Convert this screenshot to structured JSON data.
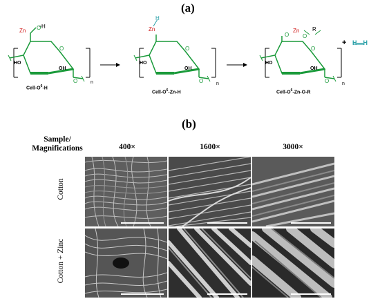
{
  "panel_a": {
    "label": "(a)",
    "structures": [
      {
        "caption": "Cell-O",
        "sup": "6",
        "caption_tail": "-H",
        "n": "n",
        "zn": "Zn",
        "substituent": "H",
        "ho_left": "HO",
        "oh_right": "OH",
        "ring_o": "O",
        "link_o": "O"
      },
      {
        "caption": "Cell-O",
        "sup": "6",
        "caption_tail": "-Zn-H",
        "n": "n",
        "zn": "Zn",
        "substituent": "H",
        "ho_left": "HO",
        "oh_right": "OH",
        "ring_o": "O",
        "link_o": "O"
      },
      {
        "caption": "Cell-O",
        "sup": "6",
        "caption_tail": "-Zn-O-R",
        "n": "n",
        "zn": "Zn",
        "substituent": "R",
        "ho_left": "HO",
        "oh_right": "OH",
        "ring_o": "O",
        "link_o": "O"
      }
    ],
    "plus": "+",
    "hydrogen": "H—H",
    "colors": {
      "ring": "#1a9a3a",
      "zn": "#d01818",
      "hydrogen": "#2aa0a8"
    }
  },
  "panel_b": {
    "label": "(b)",
    "corner_header_line1": "Sample/",
    "corner_header_line2": "Magnifications",
    "columns": [
      "400×",
      "1600×",
      "3000×"
    ],
    "rows": [
      "Cotton",
      "Cotton + Zinc"
    ]
  }
}
